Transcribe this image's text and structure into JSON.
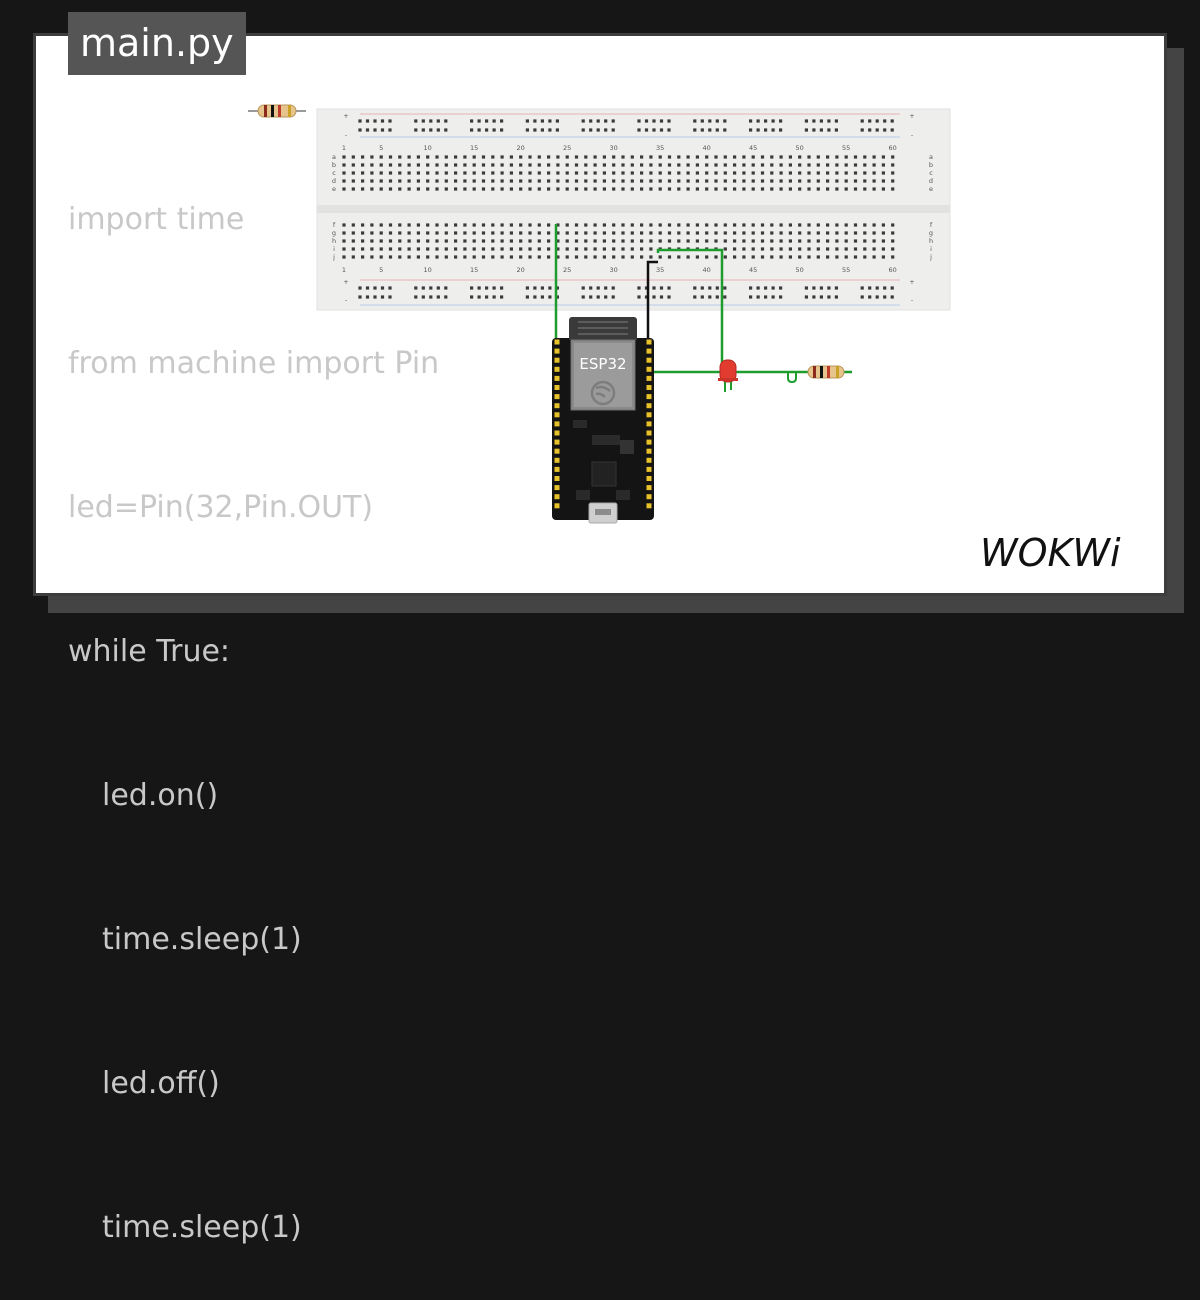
{
  "editor": {
    "file_tab": "main.py",
    "code_lines": [
      {
        "text": "import time",
        "indent": false
      },
      {
        "text": "from machine import Pin",
        "indent": false
      },
      {
        "text": "led=Pin(32,Pin.OUT)",
        "indent": false
      },
      {
        "text": "while True:",
        "indent": false
      },
      {
        "text": "led.on()",
        "indent": true
      },
      {
        "text": "time.sleep(1)",
        "indent": true
      },
      {
        "text": "led.off()",
        "indent": true
      },
      {
        "text": "time.sleep(1)",
        "indent": true
      }
    ]
  },
  "breadboard": {
    "column_numbers": [
      "1",
      "5",
      "10",
      "15",
      "20",
      "25",
      "30",
      "35",
      "40",
      "45",
      "50",
      "55",
      "60"
    ],
    "row_letters_top": [
      "a",
      "b",
      "c",
      "d",
      "e"
    ],
    "row_letters_bottom": [
      "f",
      "g",
      "h",
      "i",
      "j"
    ],
    "plus_sign": "+",
    "minus_sign": "-"
  },
  "esp32": {
    "label": "ESP32"
  },
  "brand": {
    "logo": "WOKWi"
  },
  "colors": {
    "background": "#161616",
    "card": "#ffffff",
    "file_tab": "#555555",
    "code_text": "#c8c8c8",
    "breadboard": "#eeeeed",
    "wire_green": "#1e9d2e",
    "wire_black": "#111111",
    "led_red": "#e23b30",
    "esp32_board": "#141414"
  },
  "icons": [
    "resistor-icon",
    "led-icon",
    "esp32-board",
    "wokwi-logo"
  ]
}
